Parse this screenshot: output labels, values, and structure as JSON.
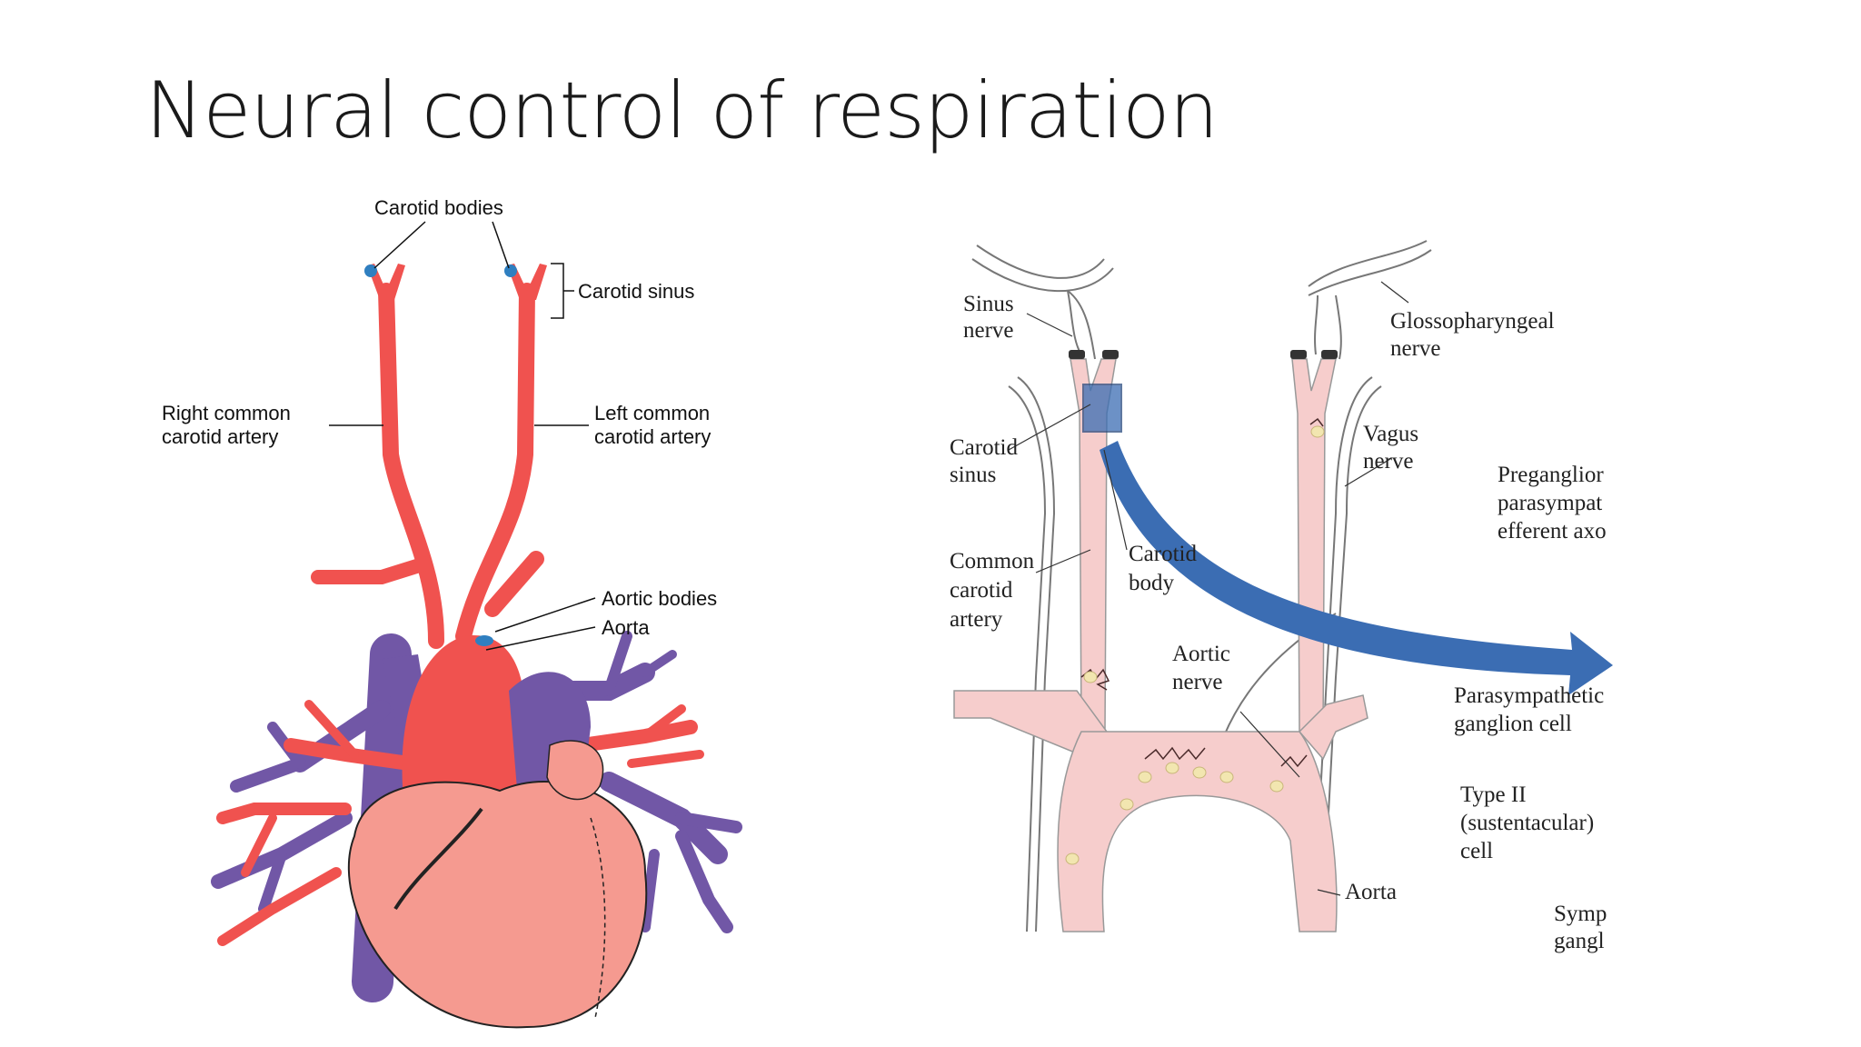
{
  "slide": {
    "title": "Neural control of respiration"
  },
  "left_figure": {
    "labels": {
      "carotid_bodies": "Carotid bodies",
      "carotid_sinus": "Carotid sinus",
      "right_common_1": "Right common",
      "right_common_2": "carotid artery",
      "left_common_1": "Left common",
      "left_common_2": "carotid artery",
      "aortic_bodies": "Aortic bodies",
      "aorta": "Aorta"
    },
    "colors": {
      "artery": "#f0524f",
      "vein": "#7157a6",
      "heart": "#f59a90",
      "body_dot": "#2f7fc0"
    }
  },
  "right_figure": {
    "labels": {
      "sinus_nerve_1": "Sinus",
      "sinus_nerve_2": "nerve",
      "glosso_1": "Glossopharyngeal",
      "glosso_2": "nerve",
      "vagus_1": "Vagus",
      "vagus_2": "nerve",
      "carotid_sinus_1": "Carotid",
      "carotid_sinus_2": "sinus",
      "pregang_1": "Preganglior",
      "pregang_2": "parasympat",
      "pregang_3": "efferent axo",
      "common_1": "Common",
      "common_2": "carotid",
      "common_3": "artery",
      "carotid_body_1": "Carotid",
      "carotid_body_2": "body",
      "aortic_nerve_1": "Aortic",
      "aortic_nerve_2": "nerve",
      "ganglion_1": "Parasympathetic",
      "ganglion_2": "ganglion cell",
      "type2_1": "Type II",
      "type2_2": "(sustentacular)",
      "type2_3": "cell",
      "aorta": "Aorta",
      "symp_1": "Symp",
      "symp_2": "gangl"
    },
    "colors": {
      "vessel": "#f6cdcc",
      "arrow": "#3b6db3",
      "nerve": "#777777"
    }
  }
}
